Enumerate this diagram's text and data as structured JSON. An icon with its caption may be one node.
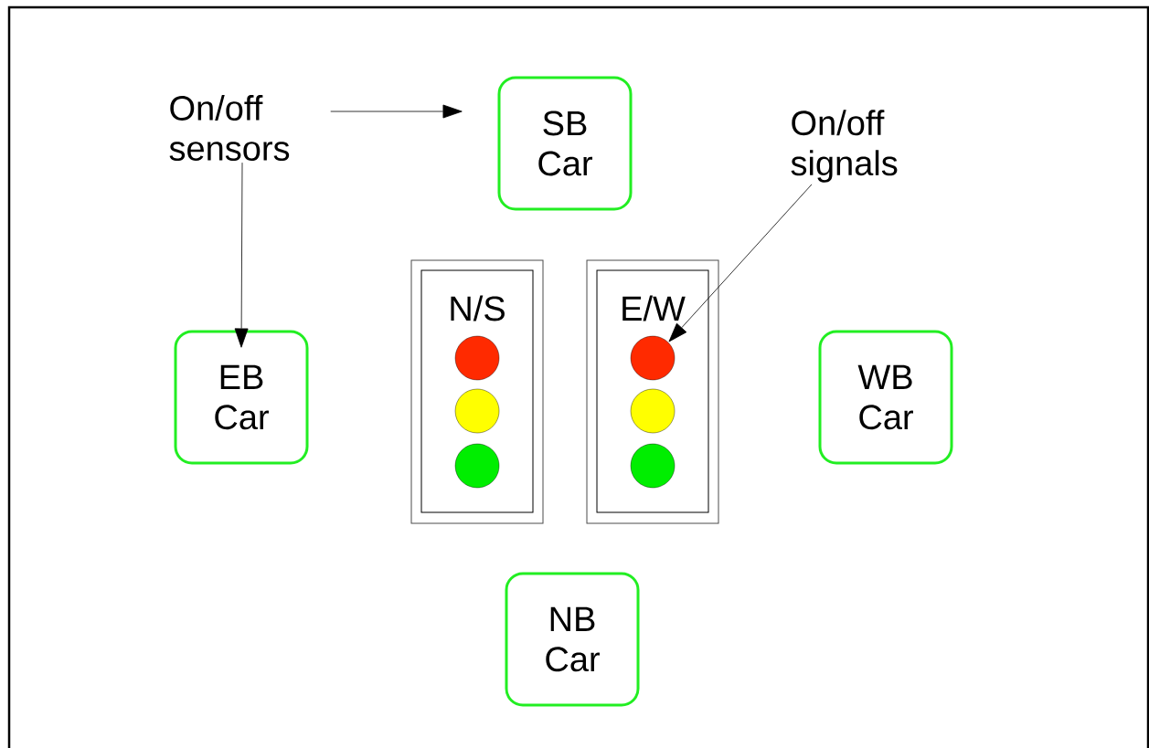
{
  "diagram": {
    "nodes": [
      {
        "text": [
          "On/off sensors"
        ]
      },
      {
        "text": [
          "SB Car"
        ]
      },
      {
        "text": [
          "On/off signals"
        ]
      },
      {
        "text": [
          "EB Car"
        ]
      },
      {
        "text": [
          "N/S"
        ]
      },
      {
        "text": [],
        "shape": "circle",
        "in": 4
      },
      {
        "text": [],
        "shape": "circle",
        "in": 4
      },
      {
        "text": [],
        "shape": "circle",
        "in": 4
      },
      {
        "text": [
          "E/W"
        ]
      },
      {
        "text": [],
        "shape": "circle",
        "in": 8
      },
      {
        "text": [],
        "shape": "circle",
        "in": 8
      },
      {
        "text": [],
        "shape": "circle",
        "in": 8
      },
      {
        "text": [
          "WB Car"
        ]
      },
      {
        "text": [
          "NB Car"
        ]
      }
    ],
    "edges": [
      {
        "from": 0,
        "to": 1,
        "arrow": "to"
      },
      {
        "from": 0,
        "to": 3,
        "arrow": "to"
      },
      {
        "from": 2,
        "to": 9,
        "arrow": "to"
      }
    ]
  }
}
